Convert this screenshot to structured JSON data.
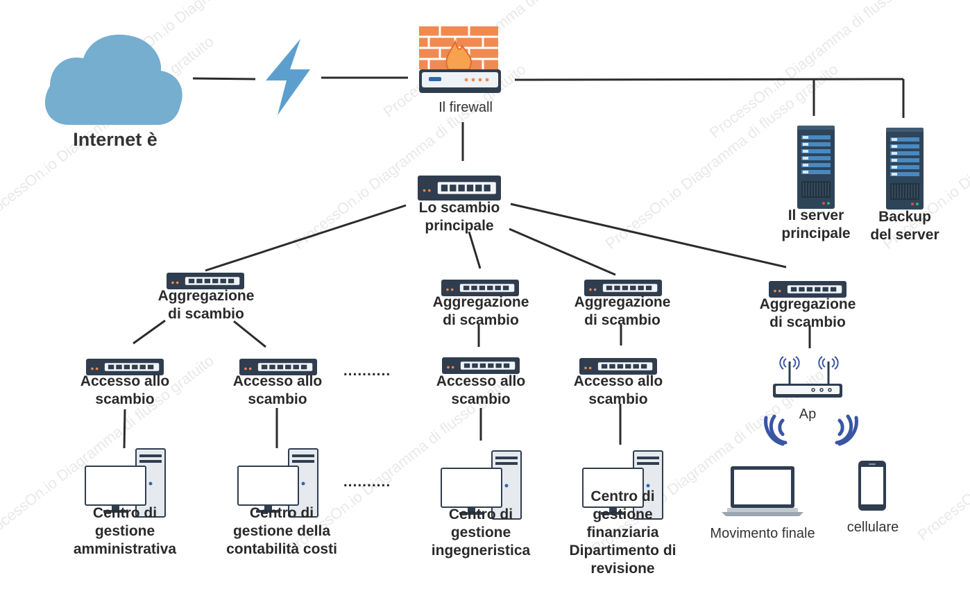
{
  "watermark": "ProcessOn.io Diagramma di flusso gratuito",
  "labels": {
    "internet": "Internet è",
    "firewall": "Il firewall",
    "core_switch": [
      "Lo scambio",
      "principale"
    ],
    "main_server": [
      "Il server",
      "principale"
    ],
    "backup_server": [
      "Backup",
      "del server"
    ],
    "aggregation": [
      "Aggregazione",
      "di scambio"
    ],
    "access": [
      "Accesso allo",
      "scambio"
    ],
    "ap": "Ap",
    "dots": "..........",
    "admin_center": [
      "Centro di",
      "gestione",
      "amministrativa"
    ],
    "cost_center": [
      "Centro di",
      "gestione della",
      "contabilità costi"
    ],
    "eng_center": [
      "Centro di",
      "gestione",
      "ingegneristica"
    ],
    "fin_center": [
      "Centro di",
      "gestione",
      "finanziaria",
      "Dipartimento di",
      "revisione"
    ],
    "laptop": "Movimento finale",
    "phone": "cellulare"
  },
  "colors": {
    "cloud": "#76aed0",
    "lightning": "#5c9fce",
    "brick": "#f0884e",
    "device_dark": "#2f3d4f",
    "server": "#2e4459",
    "wifi": "#3a55a4",
    "line": "#2b2b2b"
  }
}
